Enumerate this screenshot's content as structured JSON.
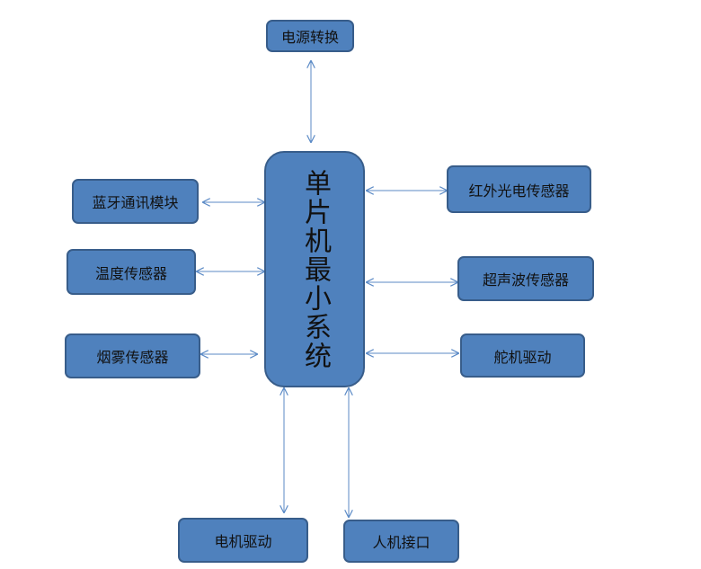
{
  "colors": {
    "box_fill": "#4f81bd",
    "box_border": "#385d8a",
    "arrow": "#5b8ac6"
  },
  "center": {
    "label": "单片机最小系统"
  },
  "top": {
    "power": "电源转换"
  },
  "left": {
    "bluetooth": "蓝牙通讯模块",
    "temperature": "温度传感器",
    "smoke": "烟雾传感器"
  },
  "right": {
    "infrared": "红外光电传感器",
    "ultrasonic": "超声波传感器",
    "servo": "舵机驱动"
  },
  "bottom": {
    "motor": "电机驱动",
    "hmi": "人机接口"
  }
}
